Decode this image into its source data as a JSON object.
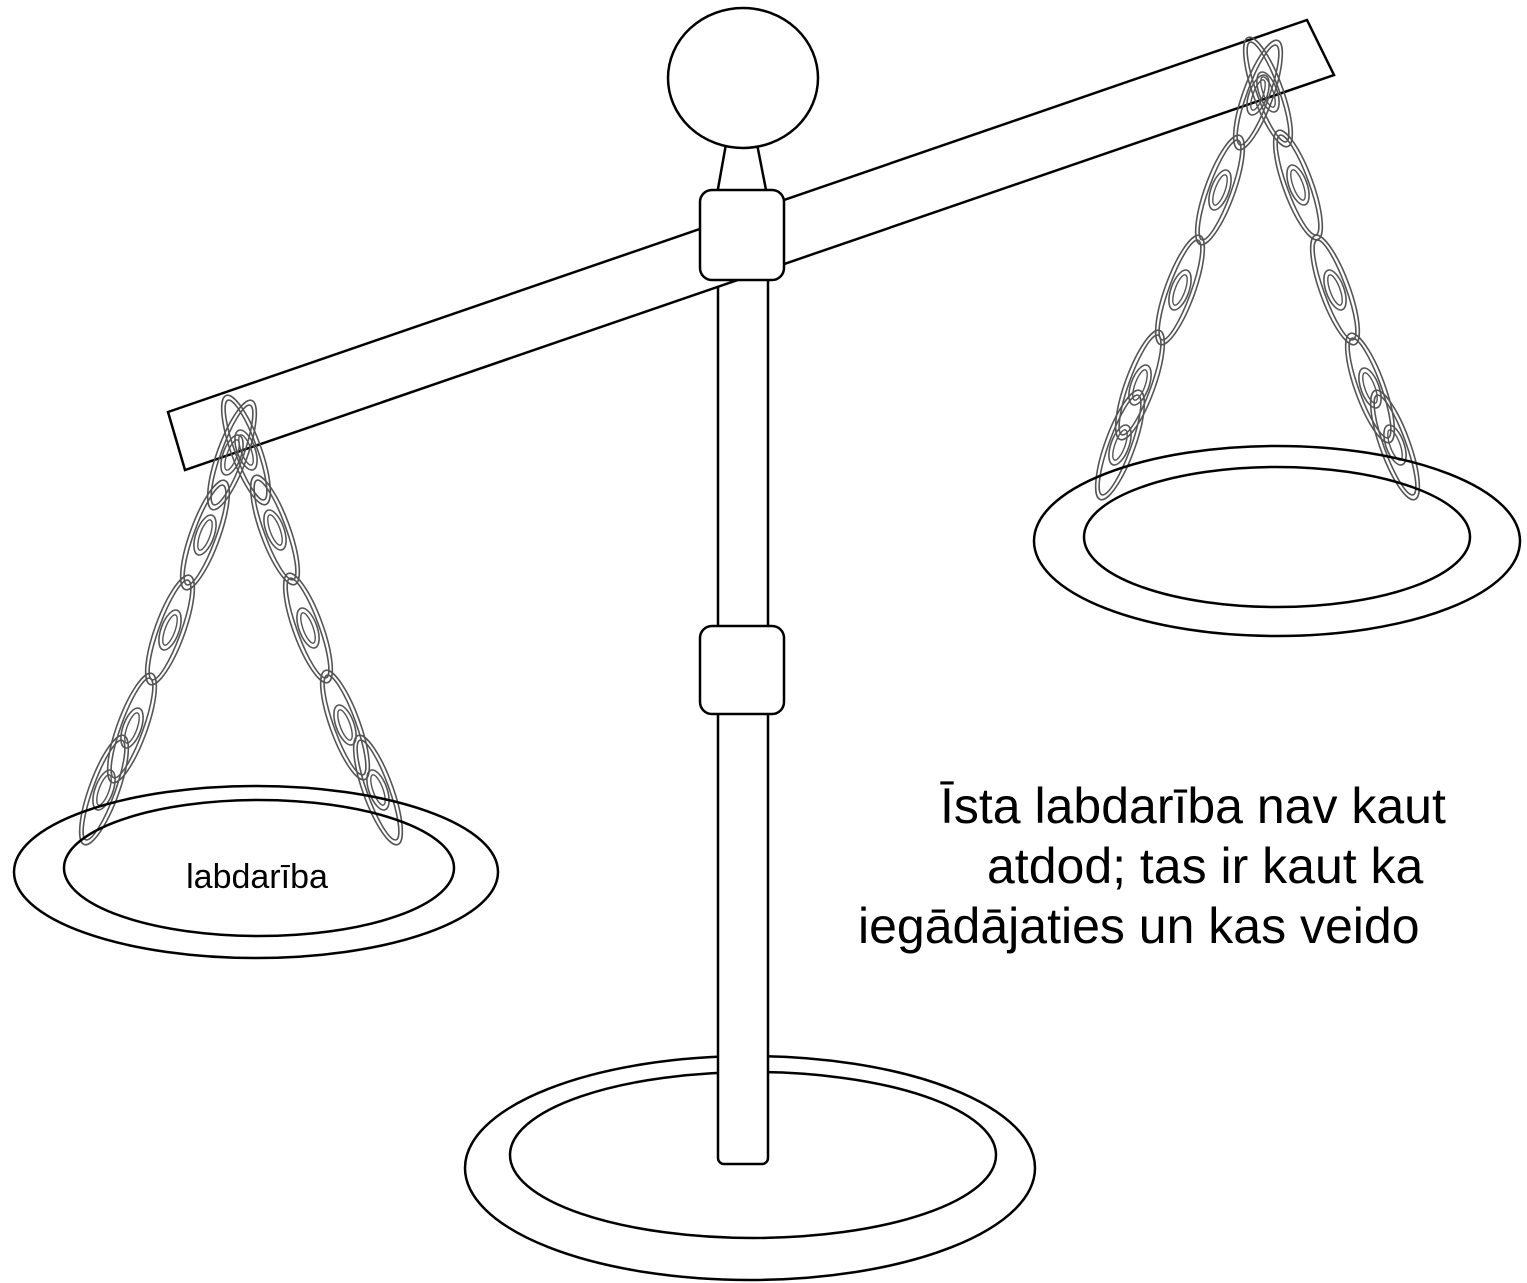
{
  "left_pan": {
    "label": "labdarība"
  },
  "quote": {
    "line1": "Īsta labdarība nav kaut",
    "line2": "atdod; tas ir kaut ka",
    "line3": "iegādājaties un kas veido"
  },
  "colors": {
    "stroke": "#000000",
    "chain_stroke": "#555555",
    "background": "#ffffff"
  }
}
